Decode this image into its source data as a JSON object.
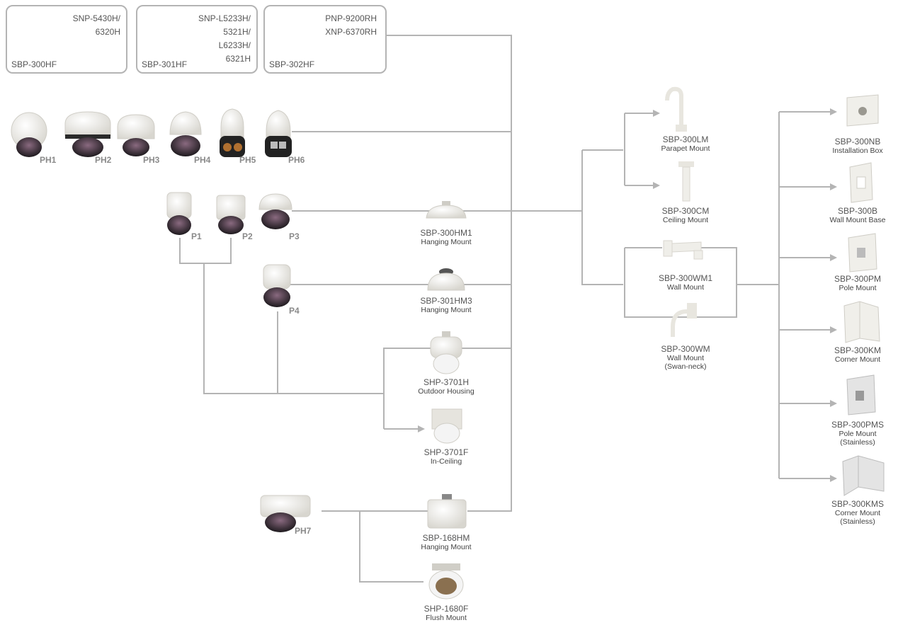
{
  "hanging_fixtures": [
    {
      "code": "SBP-300HF",
      "models": [
        "SNP-5430H/",
        "6320H"
      ]
    },
    {
      "code": "SBP-301HF",
      "models": [
        "SNP-L5233H/",
        "5321H/",
        "L6233H/",
        "6321H"
      ]
    },
    {
      "code": "SBP-302HF",
      "models": [
        "PNP-9200RH",
        "XNP-6370RH"
      ]
    }
  ],
  "ptz_cameras": [
    "PH1",
    "PH2",
    "PH3",
    "PH4",
    "PH5",
    "PH6"
  ],
  "dome_cameras": [
    "P1",
    "P2",
    "P3",
    "P4",
    "PH7"
  ],
  "mounts": {
    "hm1": {
      "code": "SBP-300HM1",
      "desc": "Hanging Mount"
    },
    "hm3": {
      "code": "SBP-301HM3",
      "desc": "Hanging Mount"
    },
    "housing": {
      "code": "SHP-3701H",
      "desc": "Outdoor Housing"
    },
    "inceiling": {
      "code": "SHP-3701F",
      "desc": "In-Ceiling"
    },
    "hm168": {
      "code": "SBP-168HM",
      "desc": "Hanging Mount"
    },
    "flush": {
      "code": "SHP-1680F",
      "desc": "Flush Mount"
    },
    "lm": {
      "code": "SBP-300LM",
      "desc": "Parapet Mount"
    },
    "cm": {
      "code": "SBP-300CM",
      "desc": "Ceiling Mount"
    },
    "wm1": {
      "code": "SBP-300WM1",
      "desc": "Wall Mount"
    },
    "wm": {
      "code": "SBP-300WM",
      "desc": "Wall Mount",
      "desc2": "(Swan-neck)"
    },
    "nb": {
      "code": "SBP-300NB",
      "desc": "Installation Box"
    },
    "b": {
      "code": "SBP-300B",
      "desc": "Wall Mount Base"
    },
    "pm": {
      "code": "SBP-300PM",
      "desc": "Pole Mount"
    },
    "km": {
      "code": "SBP-300KM",
      "desc": "Corner Mount"
    },
    "pms": {
      "code": "SBP-300PMS",
      "desc": "Pole Mount",
      "desc2": "(Stainless)"
    },
    "kms": {
      "code": "SBP-300KMS",
      "desc": "Corner Mount",
      "desc2": "(Stainless)"
    }
  },
  "colors": {
    "line": "#b4b4b4",
    "product": "#efeee9",
    "lens": "#3a2f38",
    "label": "#8a8a8a"
  }
}
